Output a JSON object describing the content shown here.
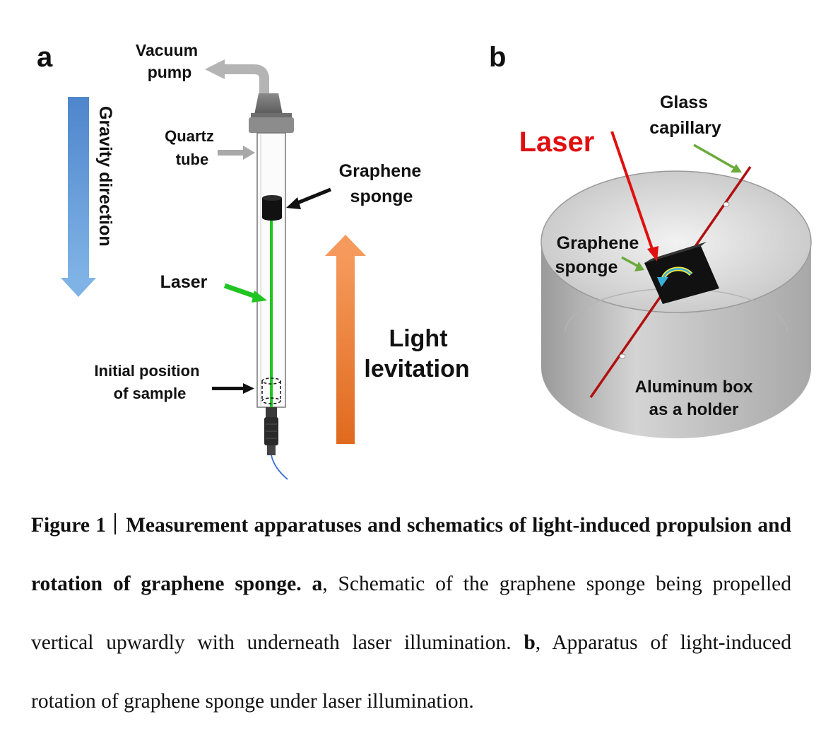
{
  "panel_a": {
    "letter": "a",
    "vacuum_pump": [
      "Vacuum",
      "pump"
    ],
    "quartz_tube": [
      "Quartz",
      "tube"
    ],
    "gravity_direction": "Gravity direction",
    "graphene_sponge": [
      "Graphene",
      "sponge"
    ],
    "laser": "Laser",
    "initial_position": [
      "Initial position",
      "of sample"
    ],
    "light_levitation": [
      "Light",
      "levitation"
    ]
  },
  "panel_b": {
    "letter": "b",
    "laser": "Laser",
    "glass_capillary": [
      "Glass",
      "capillary"
    ],
    "graphene_sponge": [
      "Graphene",
      "sponge"
    ],
    "aluminum_box": [
      "Aluminum box",
      "as a holder"
    ]
  },
  "caption": {
    "figure_label": "Figure 1",
    "title": "Measurement apparatuses and schematics of light-induced propulsion and rotation of graphene sponge.",
    "a_label": "a",
    "a_text": ", Schematic of the graphene sponge being propelled vertical upwardly with underneath laser illumination.",
    "b_label": "b",
    "b_text": ", Apparatus of light-induced rotation of graphene sponge under laser illumination."
  },
  "colors": {
    "gravity_arrow": "#5b8fd0",
    "levitation_arrow": "#f07a2a",
    "green_laser": "#22c422",
    "red_laser": "#e01010",
    "capillary": "#b01010",
    "pointer_green": "#6aaa3a",
    "aluminum": "#c8c8c8"
  }
}
